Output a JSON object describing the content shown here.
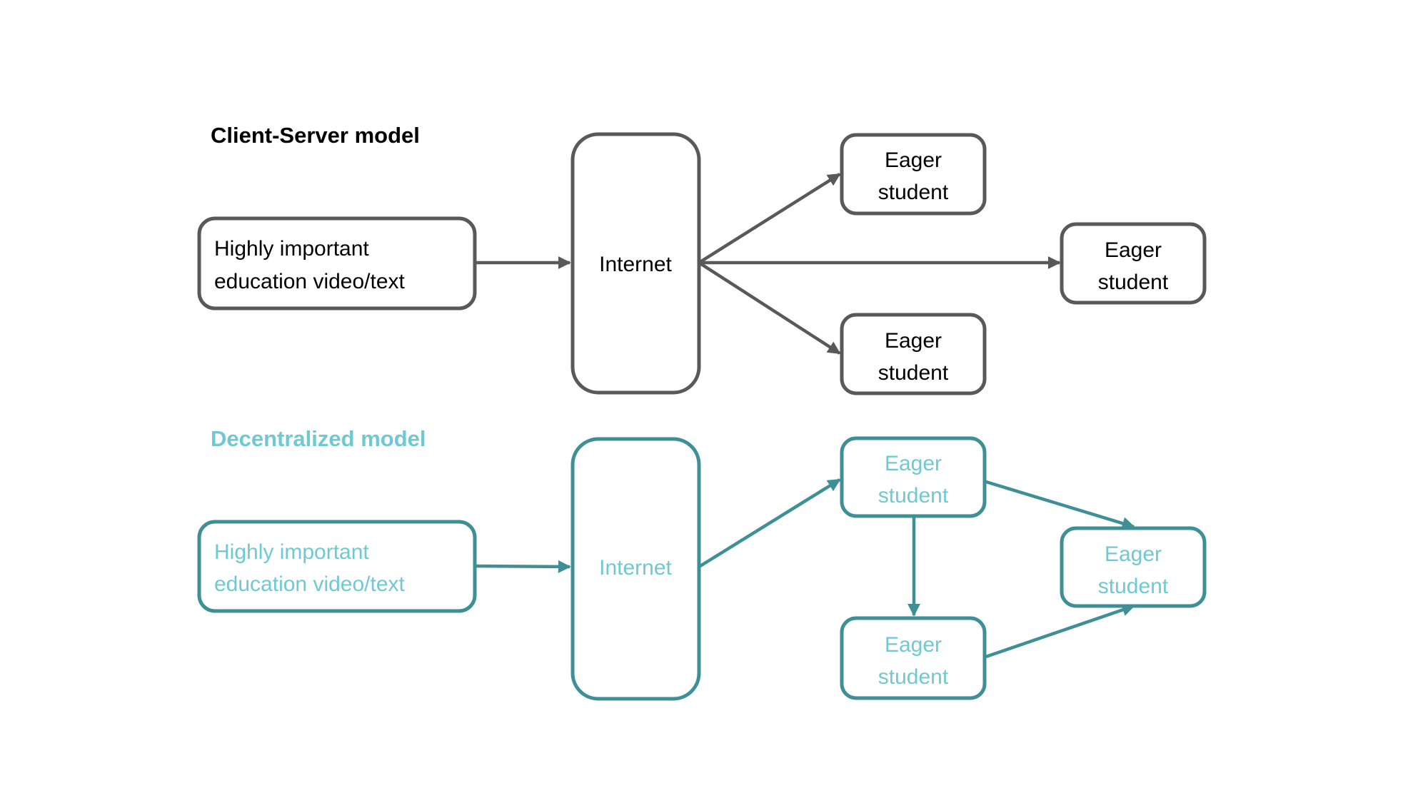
{
  "colors": {
    "client_server_stroke": "#595959",
    "client_server_text": "#000000",
    "decentralized_stroke": "#3E8F96",
    "decentralized_text": "#6FC9D3",
    "background": "#ffffff"
  },
  "client_server": {
    "title": "Client-Server model",
    "source": {
      "line1": "Highly important",
      "line2": "education video/text"
    },
    "internet": {
      "label": "Internet"
    },
    "students": [
      {
        "line1": "Eager",
        "line2": "student"
      },
      {
        "line1": "Eager",
        "line2": "student"
      },
      {
        "line1": "Eager",
        "line2": "student"
      }
    ],
    "edges": [
      {
        "from": "source",
        "to": "internet"
      },
      {
        "from": "internet",
        "to": "student-1"
      },
      {
        "from": "internet",
        "to": "student-2"
      },
      {
        "from": "internet",
        "to": "student-3"
      }
    ]
  },
  "decentralized": {
    "title": "Decentralized model",
    "source": {
      "line1": "Highly important",
      "line2": "education video/text"
    },
    "internet": {
      "label": "Internet"
    },
    "students": [
      {
        "line1": "Eager",
        "line2": "student"
      },
      {
        "line1": "Eager",
        "line2": "student"
      },
      {
        "line1": "Eager",
        "line2": "student"
      }
    ],
    "edges": [
      {
        "from": "source",
        "to": "internet"
      },
      {
        "from": "internet",
        "to": "student-1"
      },
      {
        "from": "student-1",
        "to": "student-2"
      },
      {
        "from": "student-1",
        "to": "student-3"
      },
      {
        "from": "student-3",
        "to": "student-2"
      }
    ]
  }
}
